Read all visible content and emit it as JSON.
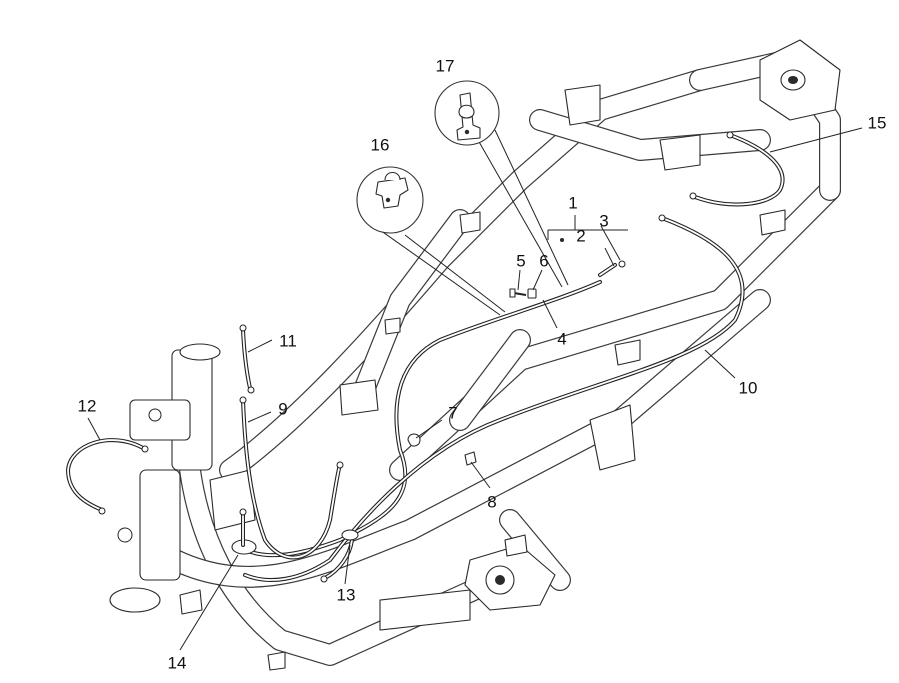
{
  "callouts": [
    {
      "id": "1",
      "label": "1"
    },
    {
      "id": "2",
      "label": "2"
    },
    {
      "id": "3",
      "label": "3"
    },
    {
      "id": "4",
      "label": "4"
    },
    {
      "id": "5",
      "label": "5"
    },
    {
      "id": "6",
      "label": "6"
    },
    {
      "id": "7",
      "label": "7"
    },
    {
      "id": "8",
      "label": "8"
    },
    {
      "id": "9",
      "label": "9"
    },
    {
      "id": "10",
      "label": "10"
    },
    {
      "id": "11",
      "label": "11"
    },
    {
      "id": "12",
      "label": "12"
    },
    {
      "id": "13",
      "label": "13"
    },
    {
      "id": "14",
      "label": "14"
    },
    {
      "id": "15",
      "label": "15"
    },
    {
      "id": "16",
      "label": "16"
    },
    {
      "id": "17",
      "label": "17"
    }
  ],
  "colors": {
    "line": "#3a3a3a",
    "background": "#ffffff"
  }
}
